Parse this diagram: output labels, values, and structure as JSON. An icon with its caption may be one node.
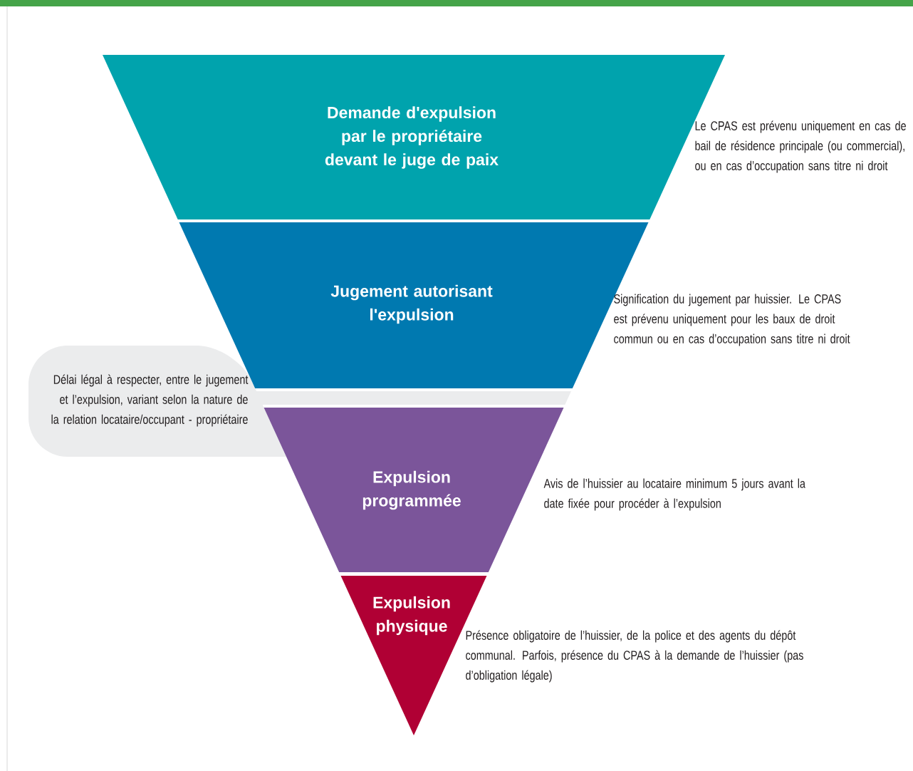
{
  "diagram": {
    "nodes": [
      {
        "text": [
          "Demande d'expulsion par le propriétaire devant le juge de paix"
        ],
        "beside": [
          "Le CPAS est prévenu uniquement en cas de bail de résidence principale (ou commercial), ou en cas d’occupation sans titre ni droit"
        ]
      },
      {
        "text": [
          "Jugement autorisant l'expulsion"
        ],
        "beside": [
          "Signification du jugement par huissier. Le CPAS est prévenu uniquement pour les baux de droit commun ou en cas d’occupation sans titre ni droit"
        ]
      },
      {
        "text": [
          "Délai légal à respecter, entre le jugement et l’expulsion, variant selon la nature de la relation locataire/occupant - propriétaire"
        ]
      },
      {
        "text": [
          "Expulsion programmée"
        ],
        "beside": [
          "Avis de l’huissier au locataire minimum 5 jours avant la date fixée pour procéder à l’expulsion"
        ]
      },
      {
        "text": [
          "Expulsion physique"
        ],
        "beside": [
          "Présence obligatoire de l’huissier, de la police et des agents du dépôt communal. Parfois, présence du CPAS à la demande de l’huissier (pas d’obligation légale)"
        ]
      }
    ]
  }
}
